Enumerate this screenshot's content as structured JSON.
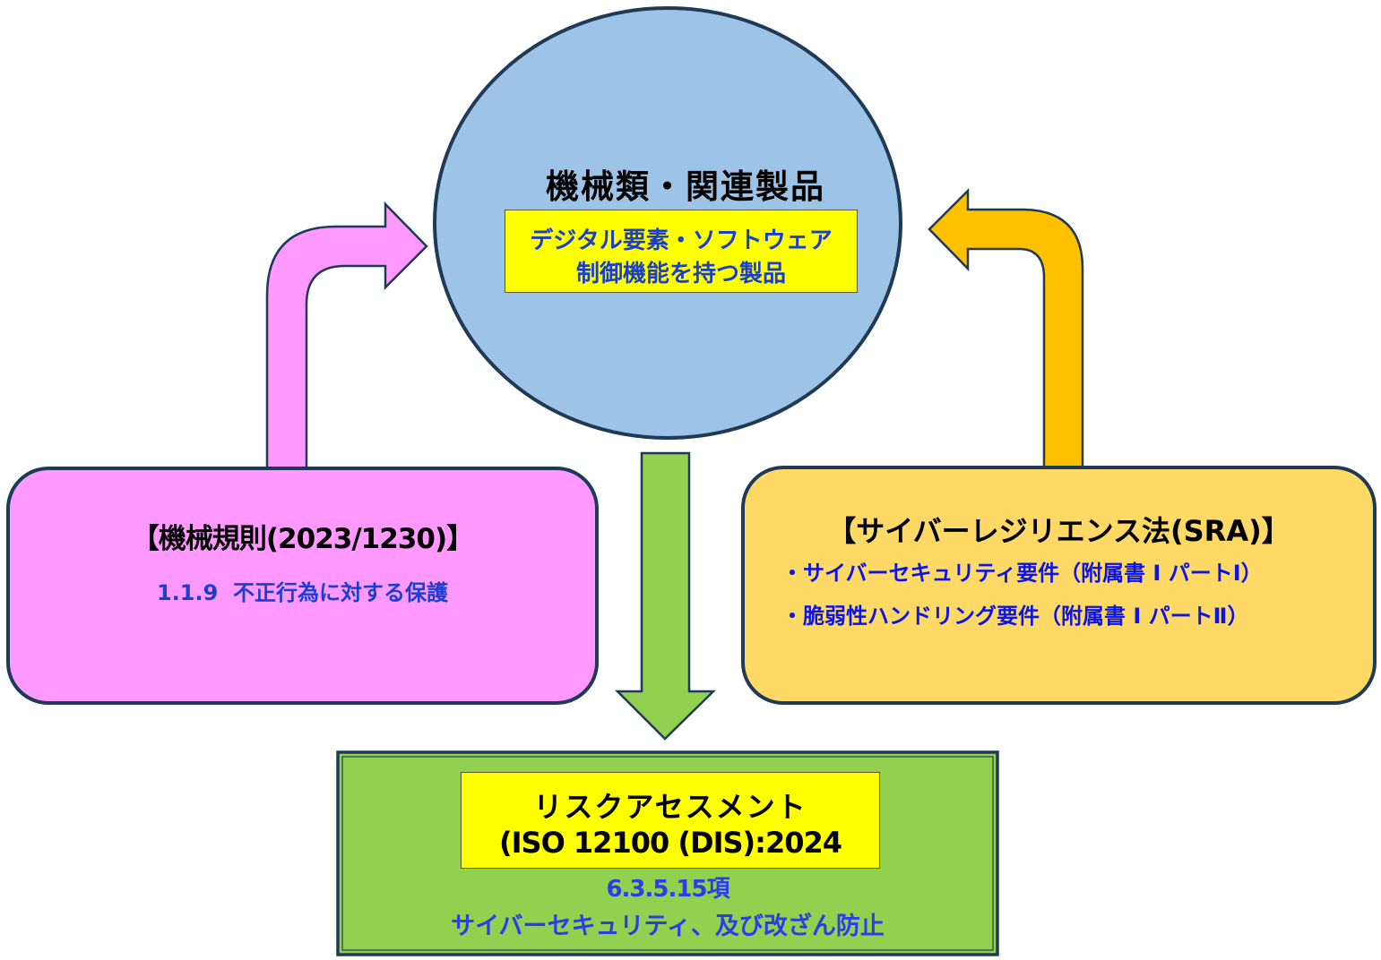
{
  "colors": {
    "circle_fill": "#9dc3e6",
    "outline": "#1f3a56",
    "pink": "#ff99ff",
    "orange_box": "#ffd966",
    "orange_arrow": "#ffc000",
    "green": "#92d050",
    "yellow": "#ffff00",
    "blue_text": "#1a3fd0"
  },
  "center": {
    "title": "機械類・関連製品",
    "highlight_line1": "デジタル要素・ソフトウェア",
    "highlight_line2": "制御機能を持つ製品"
  },
  "left_box": {
    "title": "【機械規則(2023/1230)】",
    "item": "1.1.9  不正行為に対する保護"
  },
  "right_box": {
    "title": "【サイバーレジリエンス法(SRA)】",
    "items": [
      "・サイバーセキュリティ要件（附属書 I パートⅠ）",
      "・脆弱性ハンドリング要件（附属書 I パートⅡ）"
    ]
  },
  "bottom_box": {
    "title_line1": "リスクアセスメント",
    "title_line2": "(ISO 12100 (DIS):2024",
    "clause": "6.3.5.15項",
    "subject": "サイバーセキュリティ、及び改ざん防止"
  },
  "arrows": [
    {
      "from": "left_box",
      "to": "center",
      "color": "pink"
    },
    {
      "from": "right_box",
      "to": "center",
      "color": "orange"
    },
    {
      "from": "center",
      "to": "bottom_box",
      "color": "green"
    }
  ]
}
